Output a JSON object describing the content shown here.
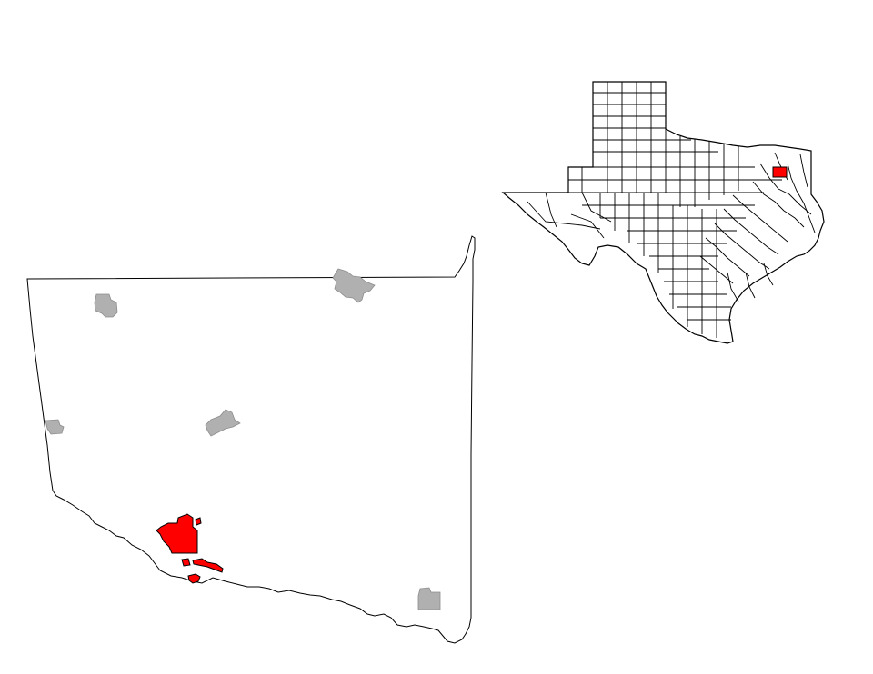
{
  "map": {
    "colors": {
      "background": "#ffffff",
      "outline": "#000000",
      "highlight": "#ff0000",
      "other_places": "#b0b0b0"
    },
    "layers": [
      "county-outline",
      "other-places",
      "highlighted-place",
      "state-locator"
    ]
  }
}
